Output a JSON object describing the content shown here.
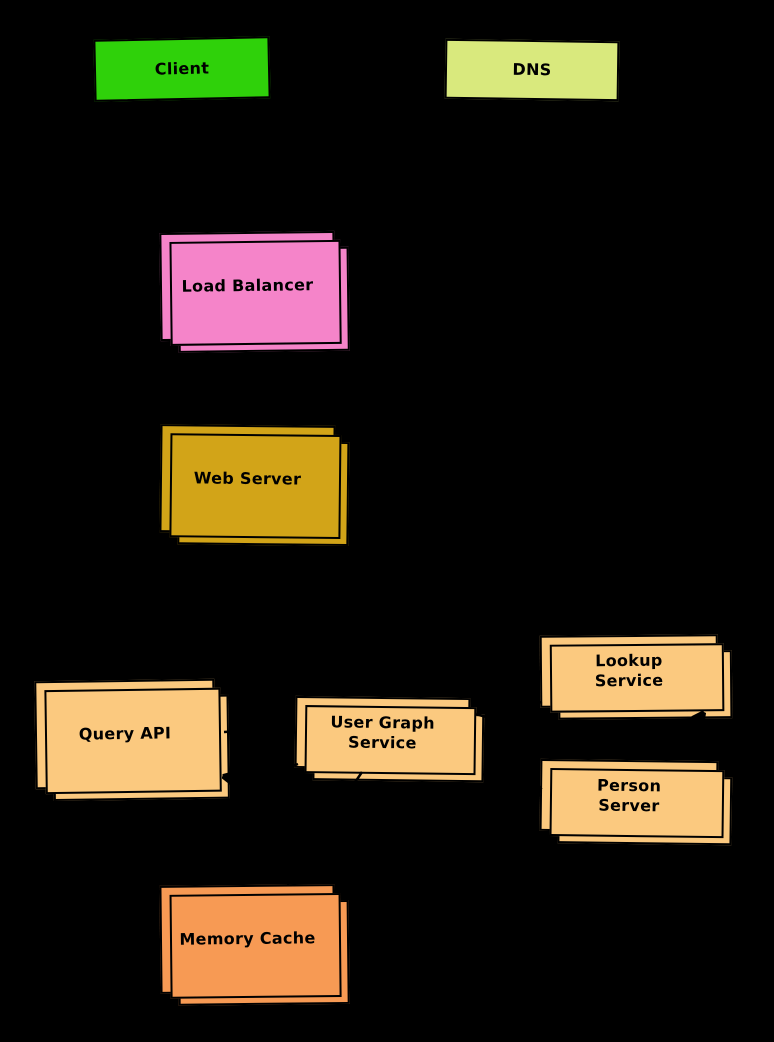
{
  "diagram": {
    "background_color": "#000000",
    "edge_color": "#000000",
    "nodes": [
      {
        "id": "client",
        "label": "Client",
        "color": "#2fd10a",
        "stacked": false
      },
      {
        "id": "dns",
        "label": "DNS",
        "color": "#d9e97d",
        "stacked": false
      },
      {
        "id": "load-balancer",
        "label": "Load Balancer",
        "color": "#f584c9",
        "stacked": true
      },
      {
        "id": "web-server",
        "label": "Web Server",
        "color": "#d2a418",
        "stacked": true
      },
      {
        "id": "query-api",
        "label": "Query API",
        "color": "#fbc97f",
        "stacked": true
      },
      {
        "id": "user-graph-service",
        "label": "User Graph\nService",
        "color": "#fbc97f",
        "stacked": true
      },
      {
        "id": "lookup-service",
        "label": "Lookup\nService",
        "color": "#fbc97f",
        "stacked": true
      },
      {
        "id": "person-server",
        "label": "Person\nServer",
        "color": "#fbc97f",
        "stacked": true
      },
      {
        "id": "memory-cache",
        "label": "Memory Cache",
        "color": "#f79a54",
        "stacked": true
      }
    ],
    "edges": [
      {
        "from": "client",
        "to": "dns"
      },
      {
        "from": "client",
        "to": "load-balancer"
      },
      {
        "from": "load-balancer",
        "to": "web-server"
      },
      {
        "from": "web-server",
        "to": "query-api"
      },
      {
        "from": "web-server",
        "to": "user-graph-service"
      },
      {
        "from": "query-api",
        "to": "user-graph-service"
      },
      {
        "from": "user-graph-service",
        "to": "query-api"
      },
      {
        "from": "user-graph-service",
        "to": "lookup-service"
      },
      {
        "from": "lookup-service",
        "to": "person-server"
      },
      {
        "from": "user-graph-service",
        "to": "memory-cache"
      }
    ]
  }
}
